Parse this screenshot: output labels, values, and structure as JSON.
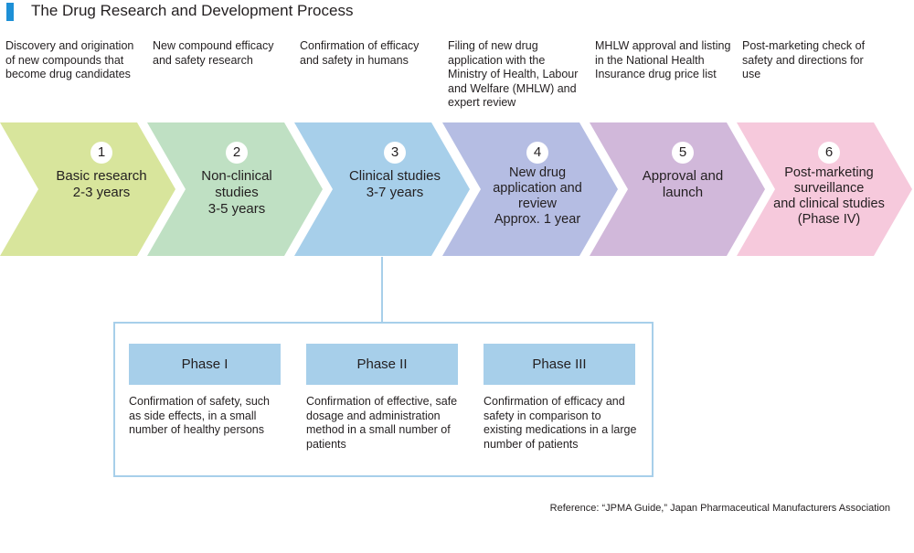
{
  "title": "The Drug Research and Development Process",
  "stage_descriptions": [
    "Discovery and origination of new compounds that become drug candidates",
    "New compound efficacy and safety research",
    "Confirmation of efficacy and safety in humans",
    "Filing of new drug application with the Ministry of Health, Labour and Welfare (MHLW) and expert review",
    "MHLW approval and listing in the National Health Insurance drug price list",
    "Post-marketing check of safety and directions for use"
  ],
  "stages": [
    {
      "num": "1",
      "label": "Basic research\n2-3 years",
      "color": "#d8e59c"
    },
    {
      "num": "2",
      "label": "Non-clinical\nstudies\n3-5 years",
      "color": "#bfe0c3"
    },
    {
      "num": "3",
      "label": "Clinical studies\n3-7 years",
      "color": "#a7cfea"
    },
    {
      "num": "4",
      "label": "New drug\napplication and\nreview\nApprox. 1 year",
      "color": "#b5bde3"
    },
    {
      "num": "5",
      "label": "Approval and\nlaunch",
      "color": "#d1b8da"
    },
    {
      "num": "6",
      "label": "Post-marketing\nsurveillance\nand clinical studies\n(Phase IV)",
      "color": "#f6c9dc"
    }
  ],
  "phases": [
    {
      "name": "Phase I",
      "description": "Confirmation of safety, such as side effects, in a small number of healthy persons"
    },
    {
      "name": "Phase II",
      "description": "Confirmation of effective, safe dosage and administration method in a small number of patients"
    },
    {
      "name": "Phase III",
      "description": "Confirmation of efficacy and safety in comparison to existing medications in a large number of patients"
    }
  ],
  "reference": "Reference: “JPMA Guide,” Japan Pharmaceutical Manufacturers Association",
  "colors": {
    "accent": "#1e90d6",
    "phase": "#a7cfea"
  }
}
